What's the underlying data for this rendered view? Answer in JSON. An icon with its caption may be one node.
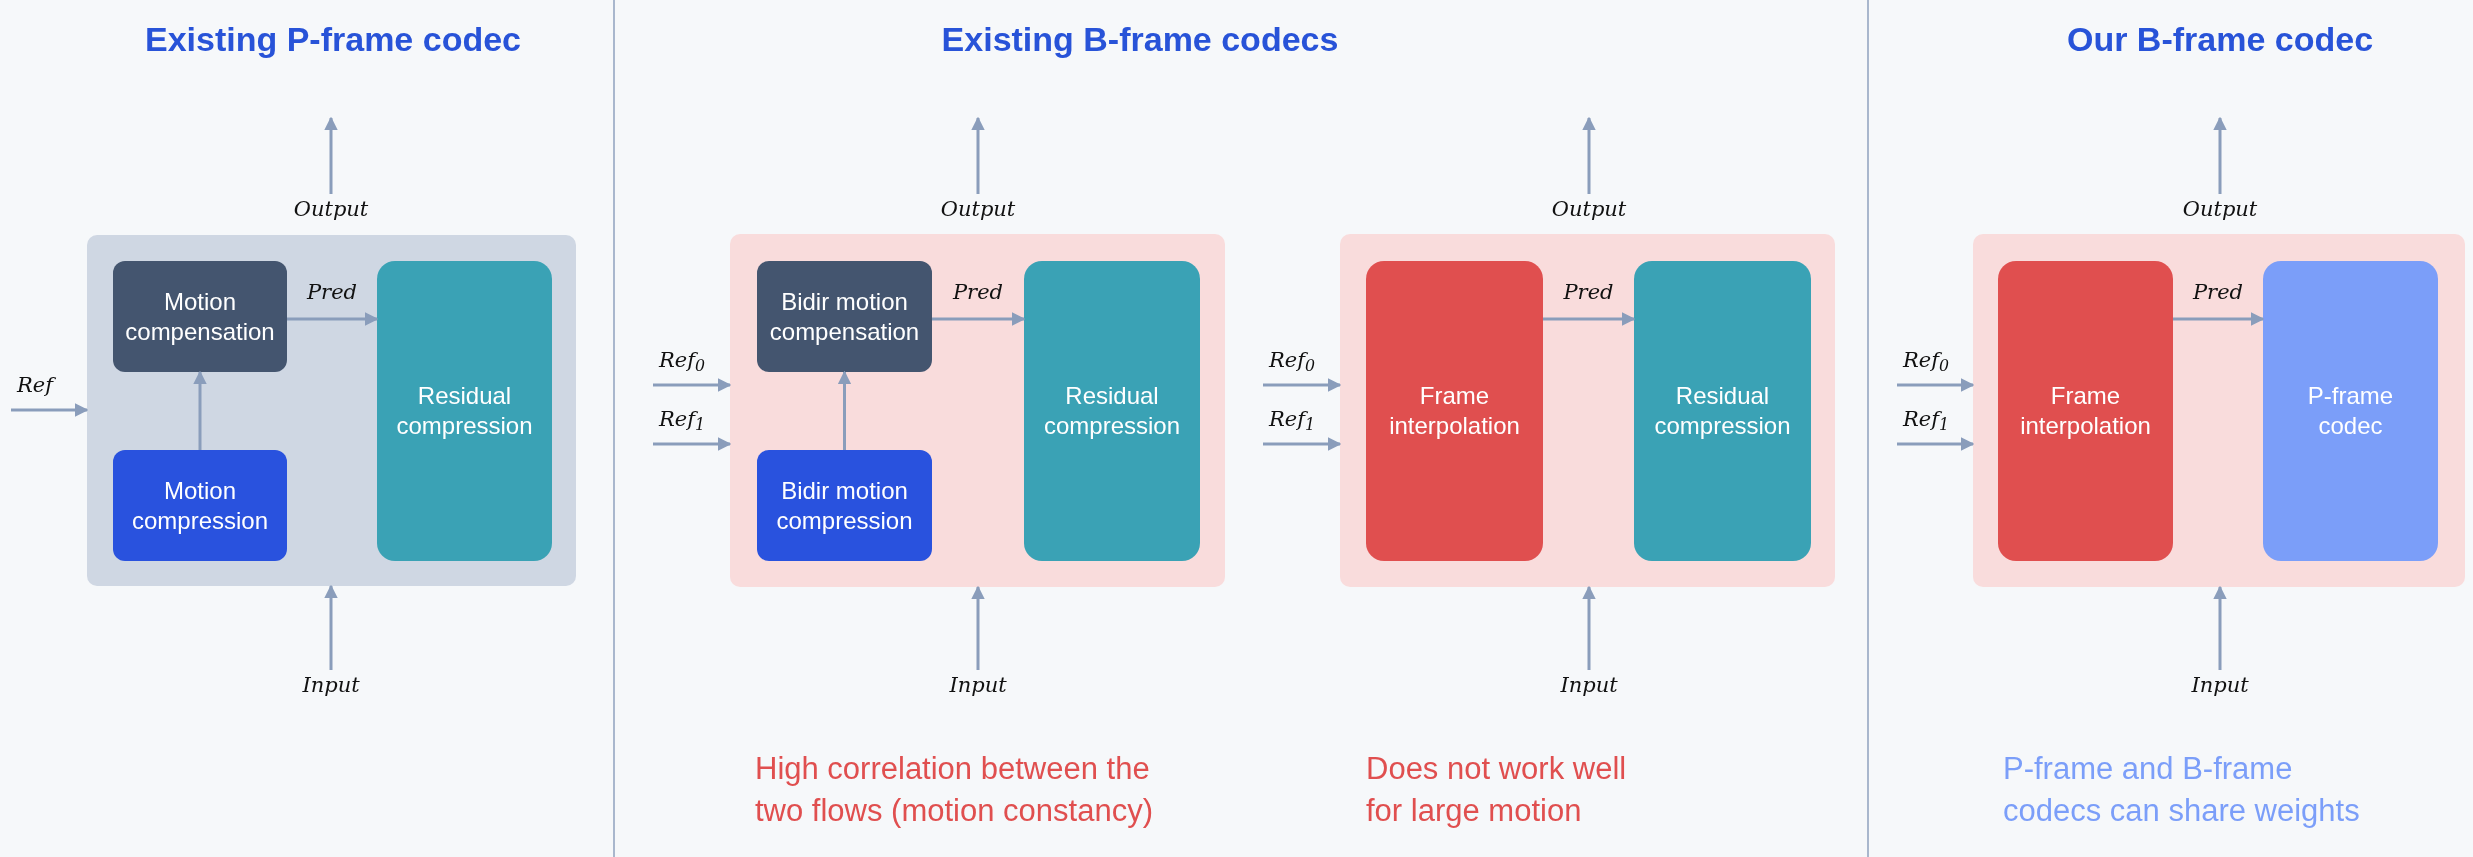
{
  "diagram": {
    "nodes": [
      {
        "text": [
          "Output"
        ]
      },
      {
        "text": [],
        "shape": "box"
      },
      {
        "text": [
          "Motion compensation"
        ],
        "in": 1
      },
      {
        "text": [
          "Motion compression"
        ],
        "in": 1
      },
      {
        "text": [
          "Residual compression"
        ],
        "in": 1
      },
      {
        "text": [
          "Input"
        ]
      },
      {
        "text": [
          "Output"
        ]
      },
      {
        "text": [],
        "shape": "box"
      },
      {
        "text": [
          "Bidir motion compensation"
        ],
        "in": 7
      },
      {
        "text": [
          "Bidir motion compression"
        ],
        "in": 7
      },
      {
        "text": [
          "Residual compression"
        ],
        "in": 7
      },
      {
        "text": [
          "Input"
        ]
      },
      {
        "text": [
          "Output"
        ]
      },
      {
        "text": [],
        "shape": "box"
      },
      {
        "text": [
          "Frame interpolation"
        ],
        "in": 13
      },
      {
        "text": [
          "Residual compression"
        ],
        "in": 13
      },
      {
        "text": [
          "Input"
        ]
      },
      {
        "text": [
          "Output"
        ]
      },
      {
        "text": [],
        "shape": "box"
      },
      {
        "text": [
          "Frame interpolation"
        ],
        "in": 18
      },
      {
        "text": [
          "P-frame codec"
        ],
        "in": 18
      },
      {
        "text": [
          "Input"
        ]
      }
    ],
    "edges": [
      {
        "from": null,
        "to": 1,
        "arrow": "to",
        "label": "Ref"
      },
      {
        "from": 3,
        "to": 2,
        "arrow": "to"
      },
      {
        "from": 2,
        "to": 4,
        "arrow": "to",
        "label": "Pred"
      },
      {
        "from": 0,
        "to": null,
        "arrow": "to"
      },
      {
        "from": 5,
        "to": 1,
        "arrow": "to"
      },
      {
        "from": null,
        "to": 7,
        "arrow": "to",
        "label": "Ref$_{0}$"
      },
      {
        "from": null,
        "to": 7,
        "arrow": "to",
        "label": "Ref$_{1}$"
      },
      {
        "from": 9,
        "to": 8,
        "arrow": "to"
      },
      {
        "from": 8,
        "to": 10,
        "arrow": "to",
        "label": "Pred"
      },
      {
        "from": 6,
        "to": null,
        "arrow": "to"
      },
      {
        "from": 11,
        "to": 7,
        "arrow": "to"
      },
      {
        "from": null,
        "to": 13,
        "arrow": "to",
        "label": "Ref$_{0}$"
      },
      {
        "from": null,
        "to": 13,
        "arrow": "to",
        "label": "Ref$_{1}$"
      },
      {
        "from": 14,
        "to": 15,
        "arrow": "to",
        "label": "Pred"
      },
      {
        "from": 12,
        "to": null,
        "arrow": "to"
      },
      {
        "from": 16,
        "to": 13,
        "arrow": "to"
      },
      {
        "from": null,
        "to": 18,
        "arrow": "to",
        "label": "Ref$_{0}$"
      },
      {
        "from": null,
        "to": 18,
        "arrow": "to",
        "label": "Ref$_{1}$"
      },
      {
        "from": 19,
        "to": 20,
        "arrow": "to",
        "label": "Pred"
      },
      {
        "from": 17,
        "to": null,
        "arrow": "to"
      },
      {
        "from": 21,
        "to": 18,
        "arrow": "to"
      }
    ],
    "labels": [
      "Existing P-frame codec",
      "Existing B-frame codecs",
      "Our B-frame codec",
      "High correlation between the two flows (motion constancy)",
      "Does not work well for large motion",
      "P-frame and B-frame codecs can share weights"
    ]
  }
}
